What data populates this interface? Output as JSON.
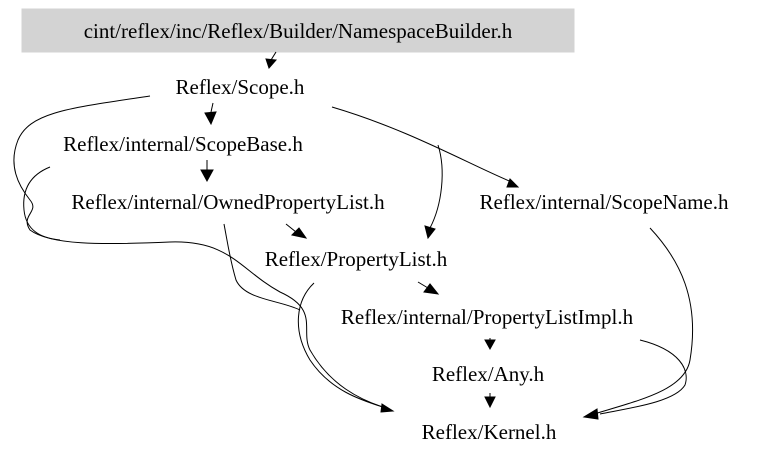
{
  "graph": {
    "nodes": [
      {
        "id": "n0",
        "label": "cint/reflex/inc/Reflex/Builder/NamespaceBuilder.h",
        "highlighted": true
      },
      {
        "id": "n1",
        "label": "Reflex/Scope.h"
      },
      {
        "id": "n2",
        "label": "Reflex/internal/ScopeBase.h"
      },
      {
        "id": "n3",
        "label": "Reflex/internal/OwnedPropertyList.h"
      },
      {
        "id": "n4",
        "label": "Reflex/internal/ScopeName.h"
      },
      {
        "id": "n5",
        "label": "Reflex/PropertyList.h"
      },
      {
        "id": "n6",
        "label": "Reflex/internal/PropertyListImpl.h"
      },
      {
        "id": "n7",
        "label": "Reflex/Any.h"
      },
      {
        "id": "n8",
        "label": "Reflex/Kernel.h"
      }
    ],
    "edges": [
      {
        "from": "n0",
        "to": "n1"
      },
      {
        "from": "n1",
        "to": "n2"
      },
      {
        "from": "n1",
        "to": "n4"
      },
      {
        "from": "n1",
        "to": "n5"
      },
      {
        "from": "n1",
        "to": "n8"
      },
      {
        "from": "n2",
        "to": "n3"
      },
      {
        "from": "n2",
        "to": "n8"
      },
      {
        "from": "n3",
        "to": "n5"
      },
      {
        "from": "n3",
        "to": "n8"
      },
      {
        "from": "n4",
        "to": "n8"
      },
      {
        "from": "n5",
        "to": "n6"
      },
      {
        "from": "n5",
        "to": "n8"
      },
      {
        "from": "n6",
        "to": "n7"
      },
      {
        "from": "n6",
        "to": "n8"
      },
      {
        "from": "n7",
        "to": "n8"
      }
    ],
    "colors": {
      "highlight_fill": "#d3d3d3",
      "text": "#000000",
      "edge": "#000000",
      "background": "#ffffff"
    }
  }
}
